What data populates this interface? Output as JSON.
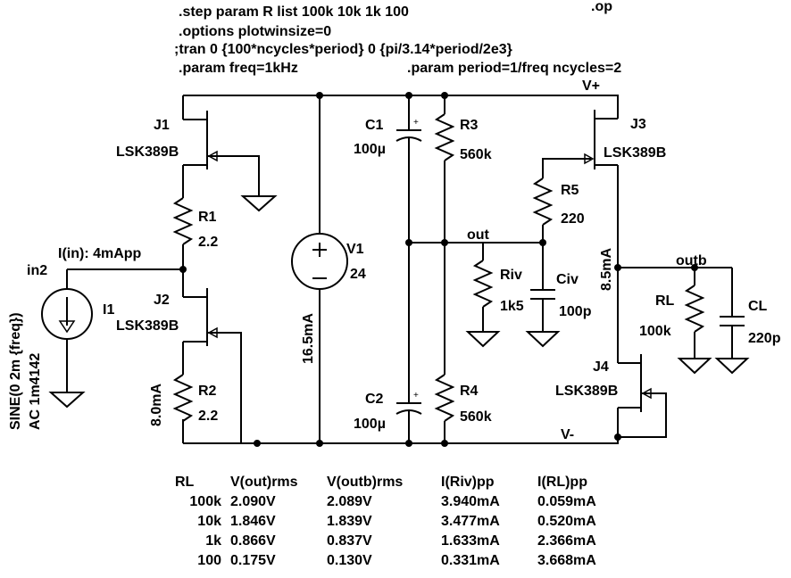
{
  "directives": {
    "step": ".step param R list 100k 10k 1k 100",
    "op": ".op",
    "options": ".options plotwinsize=0",
    "tran": ";tran 0 {100*ncycles*period} 0 {pi/3.14*period/2e3}",
    "param_freq": ".param freq=1kHz",
    "param_period": ".param period=1/freq ncycles=2"
  },
  "nets": {
    "vplus": "V+",
    "vminus": "V-",
    "out": "out",
    "outb": "outb",
    "in2": "in2"
  },
  "components": {
    "J1": {
      "ref": "J1",
      "model": "LSK389B"
    },
    "J2": {
      "ref": "J2",
      "model": "LSK389B"
    },
    "J3": {
      "ref": "J3",
      "model": "LSK389B"
    },
    "J4": {
      "ref": "J4",
      "model": "LSK389B"
    },
    "R1": {
      "ref": "R1",
      "value": "2.2"
    },
    "R2": {
      "ref": "R2",
      "value": "2.2"
    },
    "R3": {
      "ref": "R3",
      "value": "560k"
    },
    "R4": {
      "ref": "R4",
      "value": "560k"
    },
    "R5": {
      "ref": "R5",
      "value": "220"
    },
    "Riv": {
      "ref": "Riv",
      "value": "1k5"
    },
    "RL": {
      "ref": "RL",
      "value": "100k"
    },
    "C1": {
      "ref": "C1",
      "value": "100µ"
    },
    "C2": {
      "ref": "C2",
      "value": "100µ"
    },
    "Civ": {
      "ref": "Civ",
      "value": "100p"
    },
    "CL": {
      "ref": "CL",
      "value": "220p"
    },
    "V1": {
      "ref": "V1",
      "value": "24"
    },
    "I1": {
      "ref": "I1",
      "value1": "SINE(0 2m {freq})",
      "value2": "AC 1m4142"
    }
  },
  "annotations": {
    "iin": "I(in): 4mApp",
    "i_v1": "16.5mA",
    "i_r2": "8.0mA",
    "i_j3": "8.5mA"
  },
  "results": {
    "headers": [
      "RL",
      "V(out)rms",
      "V(outb)rms",
      "I(Riv)pp",
      "I(RL)pp"
    ],
    "rows": [
      [
        "100k",
        "2.090V",
        "2.089V",
        "3.940mA",
        "0.059mA"
      ],
      [
        "10k",
        "1.846V",
        "1.839V",
        "3.477mA",
        "0.520mA"
      ],
      [
        "1k",
        "0.866V",
        "0.837V",
        "1.633mA",
        "2.366mA"
      ],
      [
        "100",
        "0.175V",
        "0.130V",
        "0.331mA",
        "3.668mA"
      ]
    ]
  }
}
